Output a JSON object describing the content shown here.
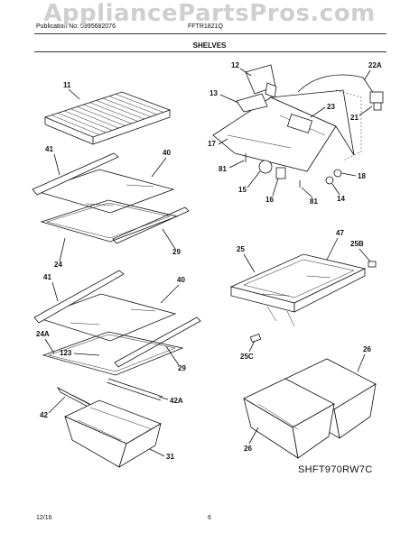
{
  "watermark": "AppliancePartsPros.com",
  "header": {
    "publication": "Publication No: 5995682076",
    "model": "FFTR1821Q",
    "section_title": "SHELVES"
  },
  "callouts": [
    "11",
    "41",
    "40",
    "29",
    "24",
    "41",
    "40",
    "24A",
    "123",
    "29",
    "42",
    "42A",
    "31",
    "12",
    "22A",
    "13",
    "23",
    "21",
    "17",
    "81",
    "18",
    "15",
    "16",
    "81",
    "14",
    "25",
    "47",
    "25B",
    "25C",
    "26",
    "26"
  ],
  "diagram_code": "SHFT970RW7C",
  "footer": {
    "date": "12/16",
    "page": "6"
  }
}
